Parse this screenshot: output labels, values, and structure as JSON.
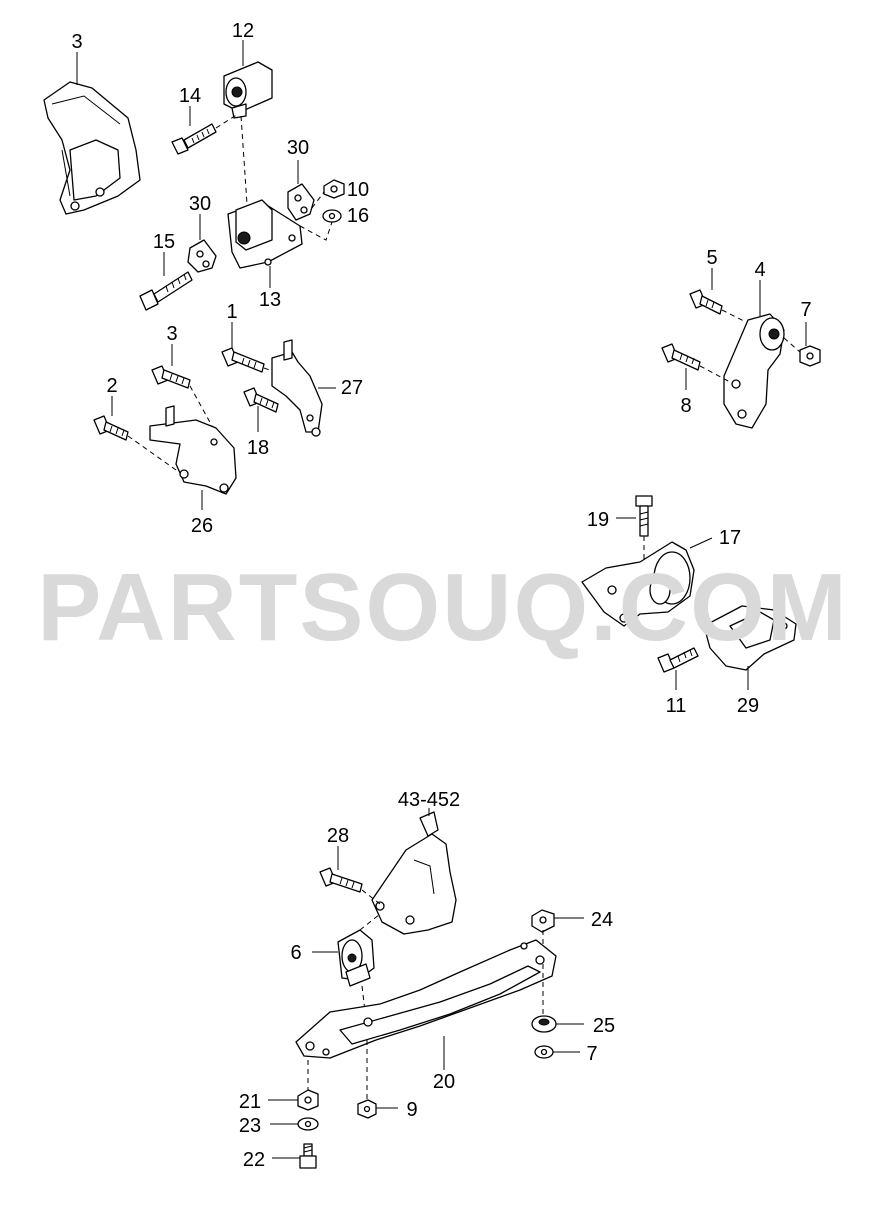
{
  "watermark": "PARTSOUQ.COM",
  "callouts": {
    "c1": "1",
    "c2": "2",
    "c3a": "3",
    "c3b": "3",
    "c4": "4",
    "c5": "5",
    "c6": "6",
    "c7a": "7",
    "c7b": "7",
    "c8": "8",
    "c9": "9",
    "c10": "10",
    "c11": "11",
    "c12": "12",
    "c13": "13",
    "c14": "14",
    "c15": "15",
    "c16": "16",
    "c17": "17",
    "c18": "18",
    "c19": "19",
    "c20": "20",
    "c21": "21",
    "c22": "22",
    "c23": "23",
    "c24": "24",
    "c25": "25",
    "c26": "26",
    "c27": "27",
    "c28": "28",
    "c29": "29",
    "c30a": "30",
    "c30b": "30",
    "ref": "43-452"
  },
  "colors": {
    "line": "#000000",
    "watermark": "#d9d9d9",
    "background": "#ffffff"
  }
}
